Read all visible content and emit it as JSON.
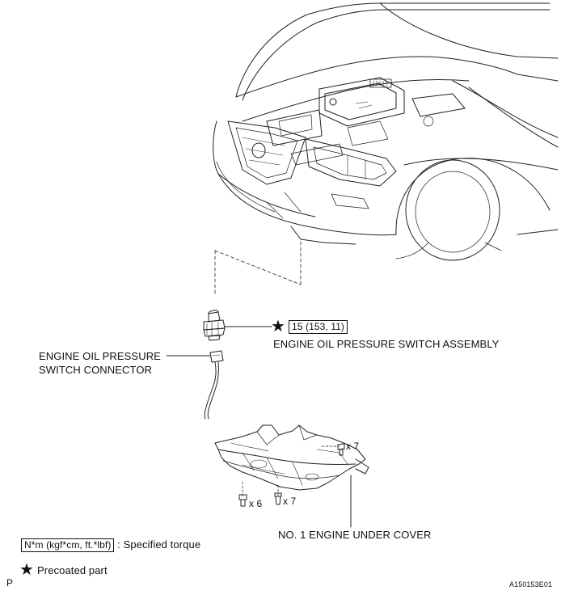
{
  "torque": {
    "value": "15 (153, 11)"
  },
  "labels": {
    "switch_assembly": "ENGINE OIL PRESSURE SWITCH ASSEMBLY",
    "connector_line1": "ENGINE OIL PRESSURE",
    "connector_line2": "SWITCH CONNECTOR",
    "under_cover": "NO. 1 ENGINE UNDER COVER",
    "qty_x7_top": "x 7",
    "qty_x6": "x 6",
    "qty_x7_bottom": "x 7"
  },
  "legend": {
    "torque_unit": "N*m (kgf*cm, ft.*lbf)",
    "torque_desc": ": Specified torque",
    "precoated_desc": "Precoated part"
  },
  "footer": {
    "corner_letter": "P",
    "figure_id": "A150153E01"
  },
  "icons": {
    "precoat": "star-icon"
  }
}
